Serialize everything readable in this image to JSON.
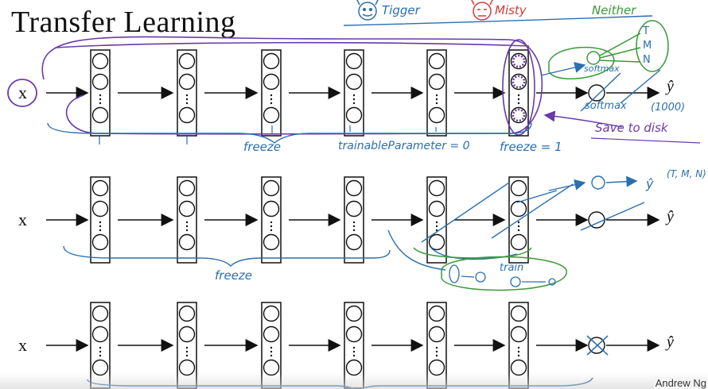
{
  "title": "Transfer Learning",
  "legend": {
    "items": [
      {
        "label": "Tigger",
        "color": "#2a6fb0"
      },
      {
        "label": "Misty",
        "color": "#d23a3a"
      },
      {
        "label": "Neither",
        "color": "#3a9a3a"
      }
    ]
  },
  "rows": [
    {
      "input": "x",
      "output": "ŷ"
    },
    {
      "input": "x",
      "output": "ŷ"
    },
    {
      "input": "x",
      "output": "ŷ"
    }
  ],
  "annotations": {
    "row1_freeze": "freeze",
    "row1_trainable": "trainableParameter = 0",
    "row1_freeze1": "freeze = 1",
    "row1_softmax_top": "softmax",
    "row1_softmax": "softmax",
    "row1_thousand": "(1000)",
    "row1_save": "Save to disk",
    "row1_T": "T",
    "row1_M": "M",
    "row1_N": "N",
    "row2_freeze": "freeze",
    "row2_tmn": "(T, M, N)",
    "row2_train": "train",
    "row2_yhat_hand": "ŷ"
  },
  "credit": "Andrew Ng",
  "colors": {
    "blue_ink": "#2a6fb0",
    "purple_ink": "#6a3aa8",
    "green_ink": "#3a9a3a",
    "red_ink": "#d23a3a"
  }
}
